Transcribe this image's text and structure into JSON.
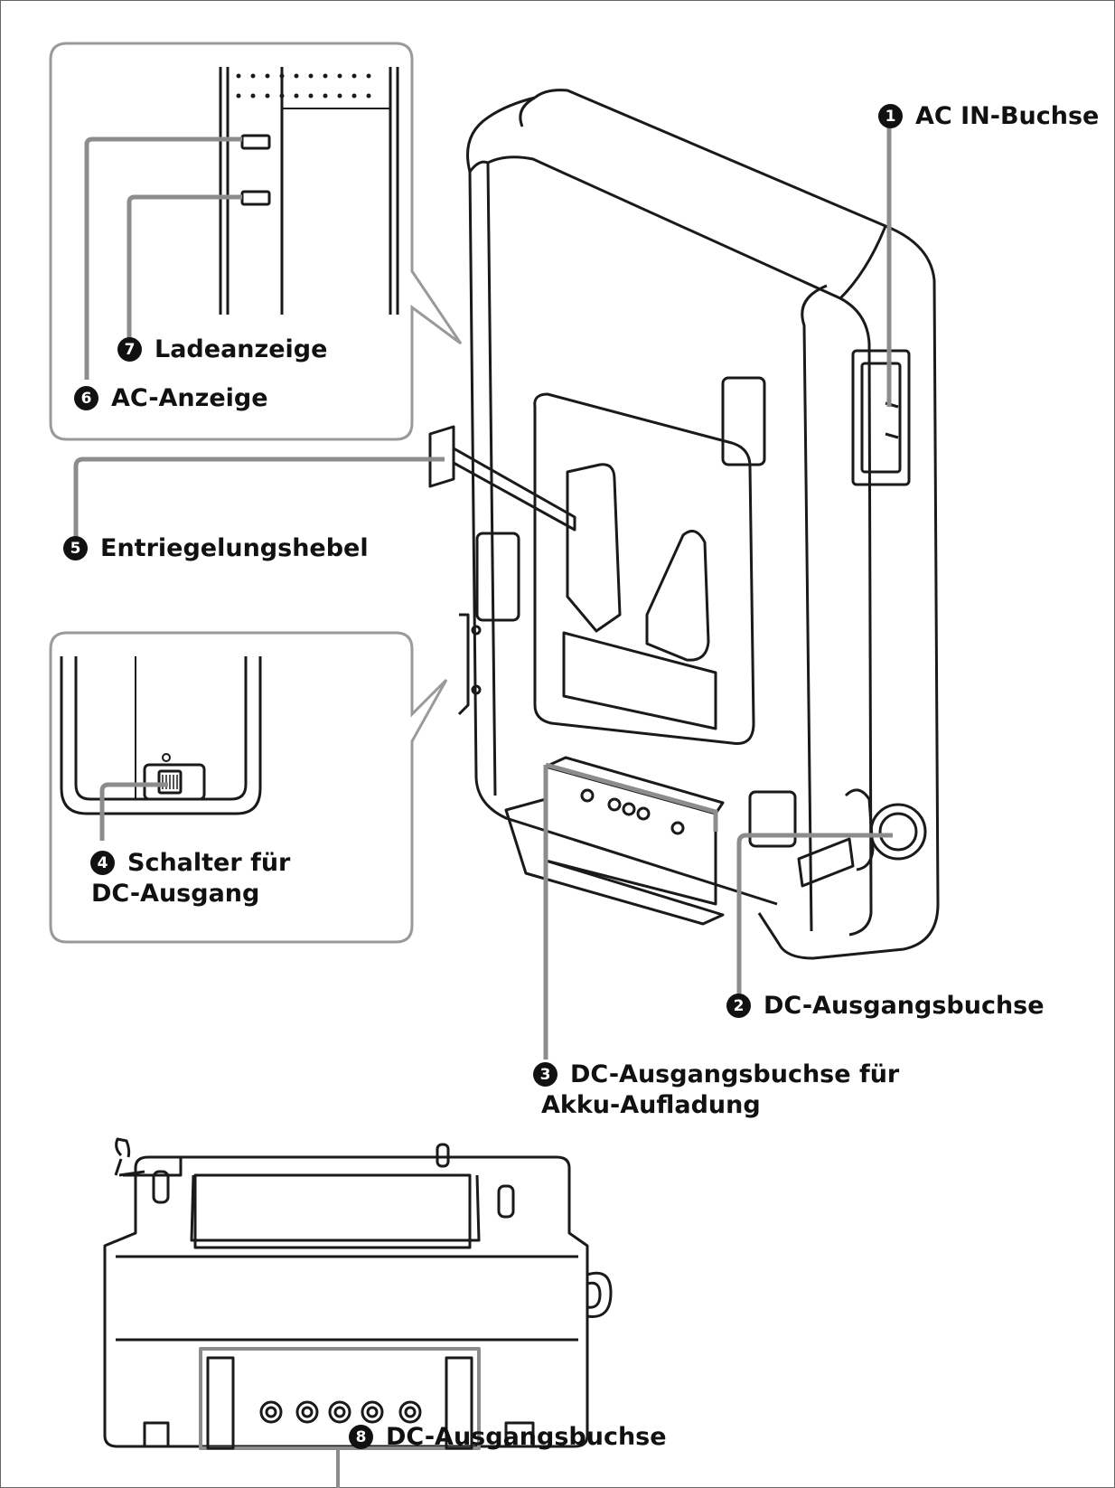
{
  "callouts": [
    {
      "num": "1",
      "lines": [
        "AC IN-Buchse"
      ]
    },
    {
      "num": "2",
      "lines": [
        "DC-Ausgangsbuchse"
      ]
    },
    {
      "num": "3",
      "lines": [
        "DC-Ausgangsbuchse für",
        "Akku-Aufladung"
      ]
    },
    {
      "num": "4",
      "lines": [
        "Schalter für",
        "DC-Ausgang"
      ]
    },
    {
      "num": "5",
      "lines": [
        "Entriegelungshebel"
      ]
    },
    {
      "num": "6",
      "lines": [
        "AC-Anzeige"
      ]
    },
    {
      "num": "7",
      "lines": [
        "Ladeanzeige"
      ]
    },
    {
      "num": "8",
      "lines": [
        "DC-Ausgangsbuchse"
      ]
    }
  ],
  "colors": {
    "line": "#1a1a1a",
    "leader": "#8c8c8c",
    "badge": "#111111"
  }
}
